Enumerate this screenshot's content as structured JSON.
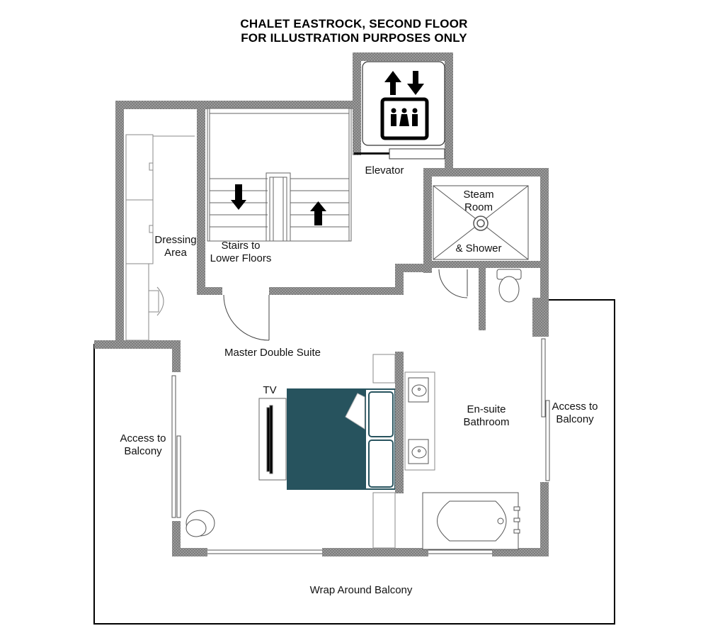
{
  "title": {
    "line1": "CHALET EASTROCK, SECOND FLOOR",
    "line2": "FOR ILLUSTRATION PURPOSES ONLY"
  },
  "rooms": {
    "elevator": "Elevator",
    "steam_room": {
      "line1": "Steam",
      "line2": "Room",
      "line3": "& Shower"
    },
    "dressing_area": {
      "line1": "Dressing",
      "line2": "Area"
    },
    "stairs": {
      "line1": "Stairs to",
      "line2": "Lower Floors"
    },
    "master_suite": "Master Double Suite",
    "tv": "TV",
    "ensuite": {
      "line1": "En-suite",
      "line2": "Bathroom"
    },
    "balcony_access_left": {
      "line1": "Access to",
      "line2": "Balcony"
    },
    "balcony_access_right": {
      "line1": "Access to",
      "line2": "Balcony"
    },
    "wrap_balcony": "Wrap Around Balcony"
  },
  "colors": {
    "wall": "#8a8a8a",
    "bed": "#27535e",
    "outline": "#000000"
  },
  "icons": [
    "elevator-icon",
    "stairs-down-arrow-icon",
    "stairs-up-arrow-icon",
    "toilet-icon",
    "bathtub-icon",
    "sink-icon",
    "shower-drain-icon",
    "armchair-icon"
  ]
}
